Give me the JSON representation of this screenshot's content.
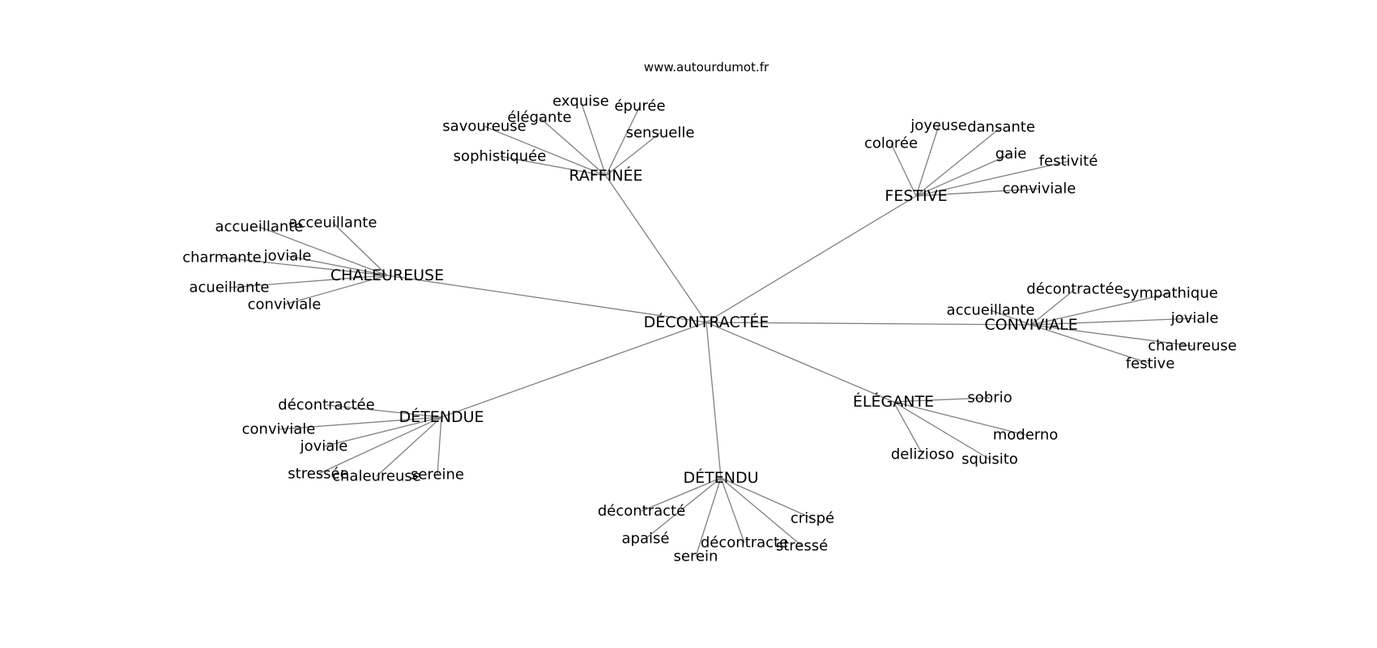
{
  "source": "www.autourdumot.fr",
  "diagram": {
    "center": "DÉCONTRACTÉE",
    "hubs": [
      {
        "label": "RAFFINÉE",
        "words": [
          "exquise",
          "épurée",
          "élégante",
          "savoureuse",
          "sensuelle",
          "sophistiquée"
        ]
      },
      {
        "label": "FESTIVE",
        "words": [
          "joyeuse",
          "dansante",
          "colorée",
          "gaie",
          "festivité",
          "conviviale"
        ]
      },
      {
        "label": "CHALEUREUSE",
        "words": [
          "accueillante",
          "acceuillante",
          "charmante",
          "joviale",
          "acueillante",
          "conviviale"
        ]
      },
      {
        "label": "CONVIVIALE",
        "words": [
          "décontractée",
          "sympathique",
          "accueillante",
          "joviale",
          "chaleureuse",
          "festive"
        ]
      },
      {
        "label": "DÉTENDUE",
        "words": [
          "décontractée",
          "conviviale",
          "joviale",
          "stressée",
          "chaleureuse",
          "sereine"
        ]
      },
      {
        "label": "ÉLÉGANTE",
        "words": [
          "sobrio",
          "moderno",
          "delizioso",
          "squisito"
        ]
      },
      {
        "label": "DÉTENDU",
        "words": [
          "décontracté",
          "crispé",
          "apaisé",
          "décontracte",
          "stressé",
          "serein"
        ]
      }
    ]
  }
}
